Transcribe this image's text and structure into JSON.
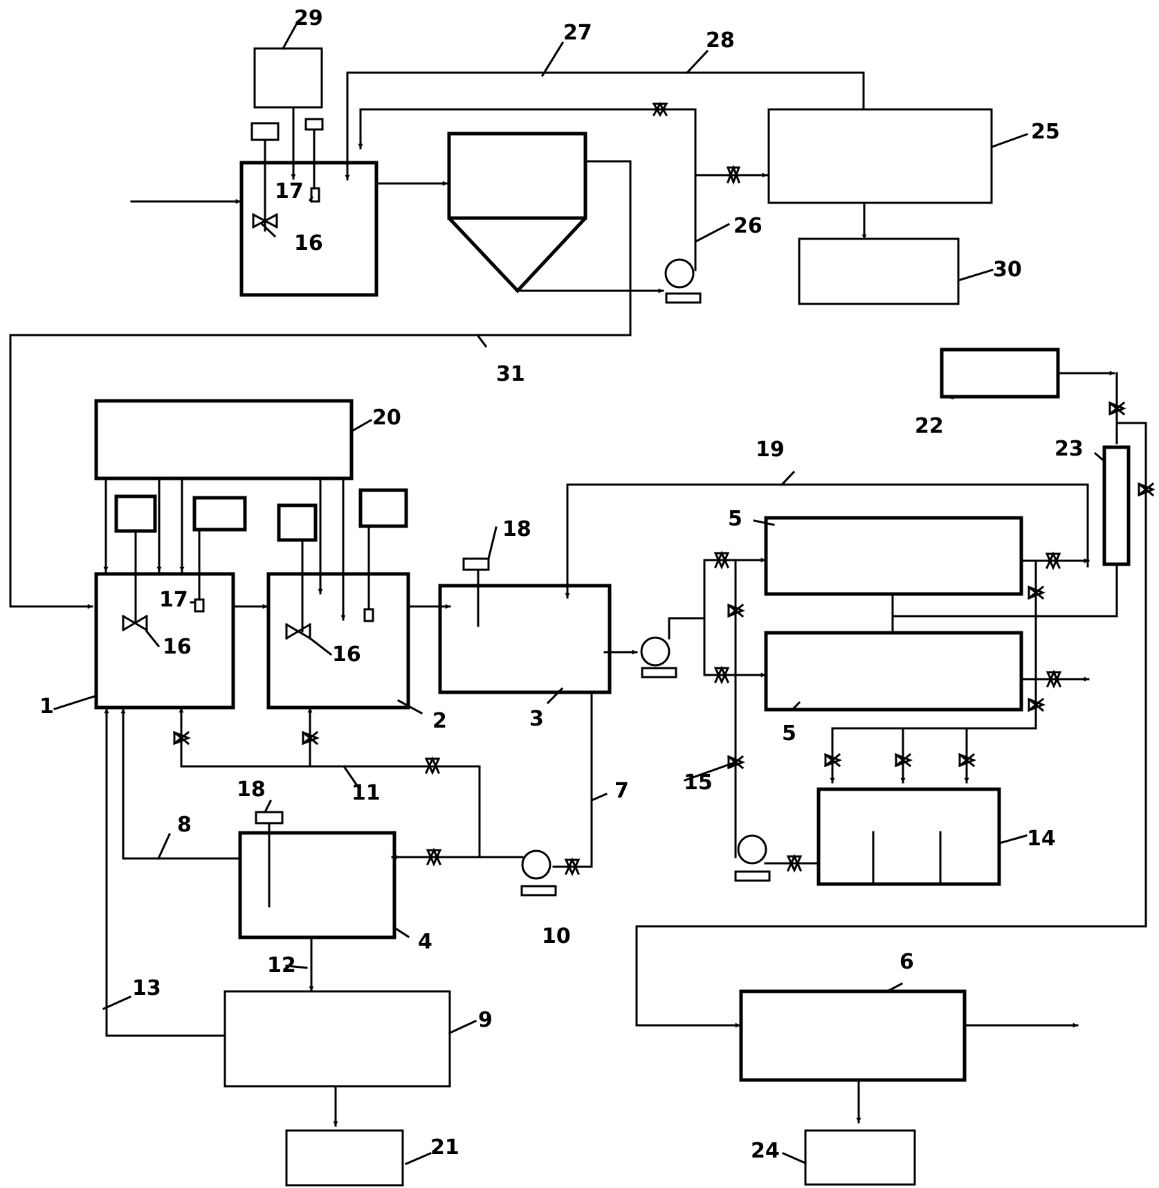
{
  "labels": {
    "n1": "1",
    "n2": "2",
    "n3": "3",
    "n4": "4",
    "n5a": "5",
    "n5b": "5",
    "n6": "6",
    "n7": "7",
    "n8": "8",
    "n9": "9",
    "n10": "10",
    "n11": "11",
    "n12": "12",
    "n13": "13",
    "n14": "14",
    "n15": "15",
    "n16a": "16",
    "n16b": "16",
    "n16c": "16",
    "n17a": "17",
    "n17b": "17",
    "n18a": "18",
    "n18b": "18",
    "n19": "19",
    "n20": "20",
    "n21": "21",
    "n22": "22",
    "n23": "23",
    "n24": "24",
    "n25": "25",
    "n26": "26",
    "n27": "27",
    "n28": "28",
    "n29": "29",
    "n30": "30",
    "n31": "31"
  },
  "colors": {
    "line": "#000000",
    "background": "#ffffff"
  }
}
